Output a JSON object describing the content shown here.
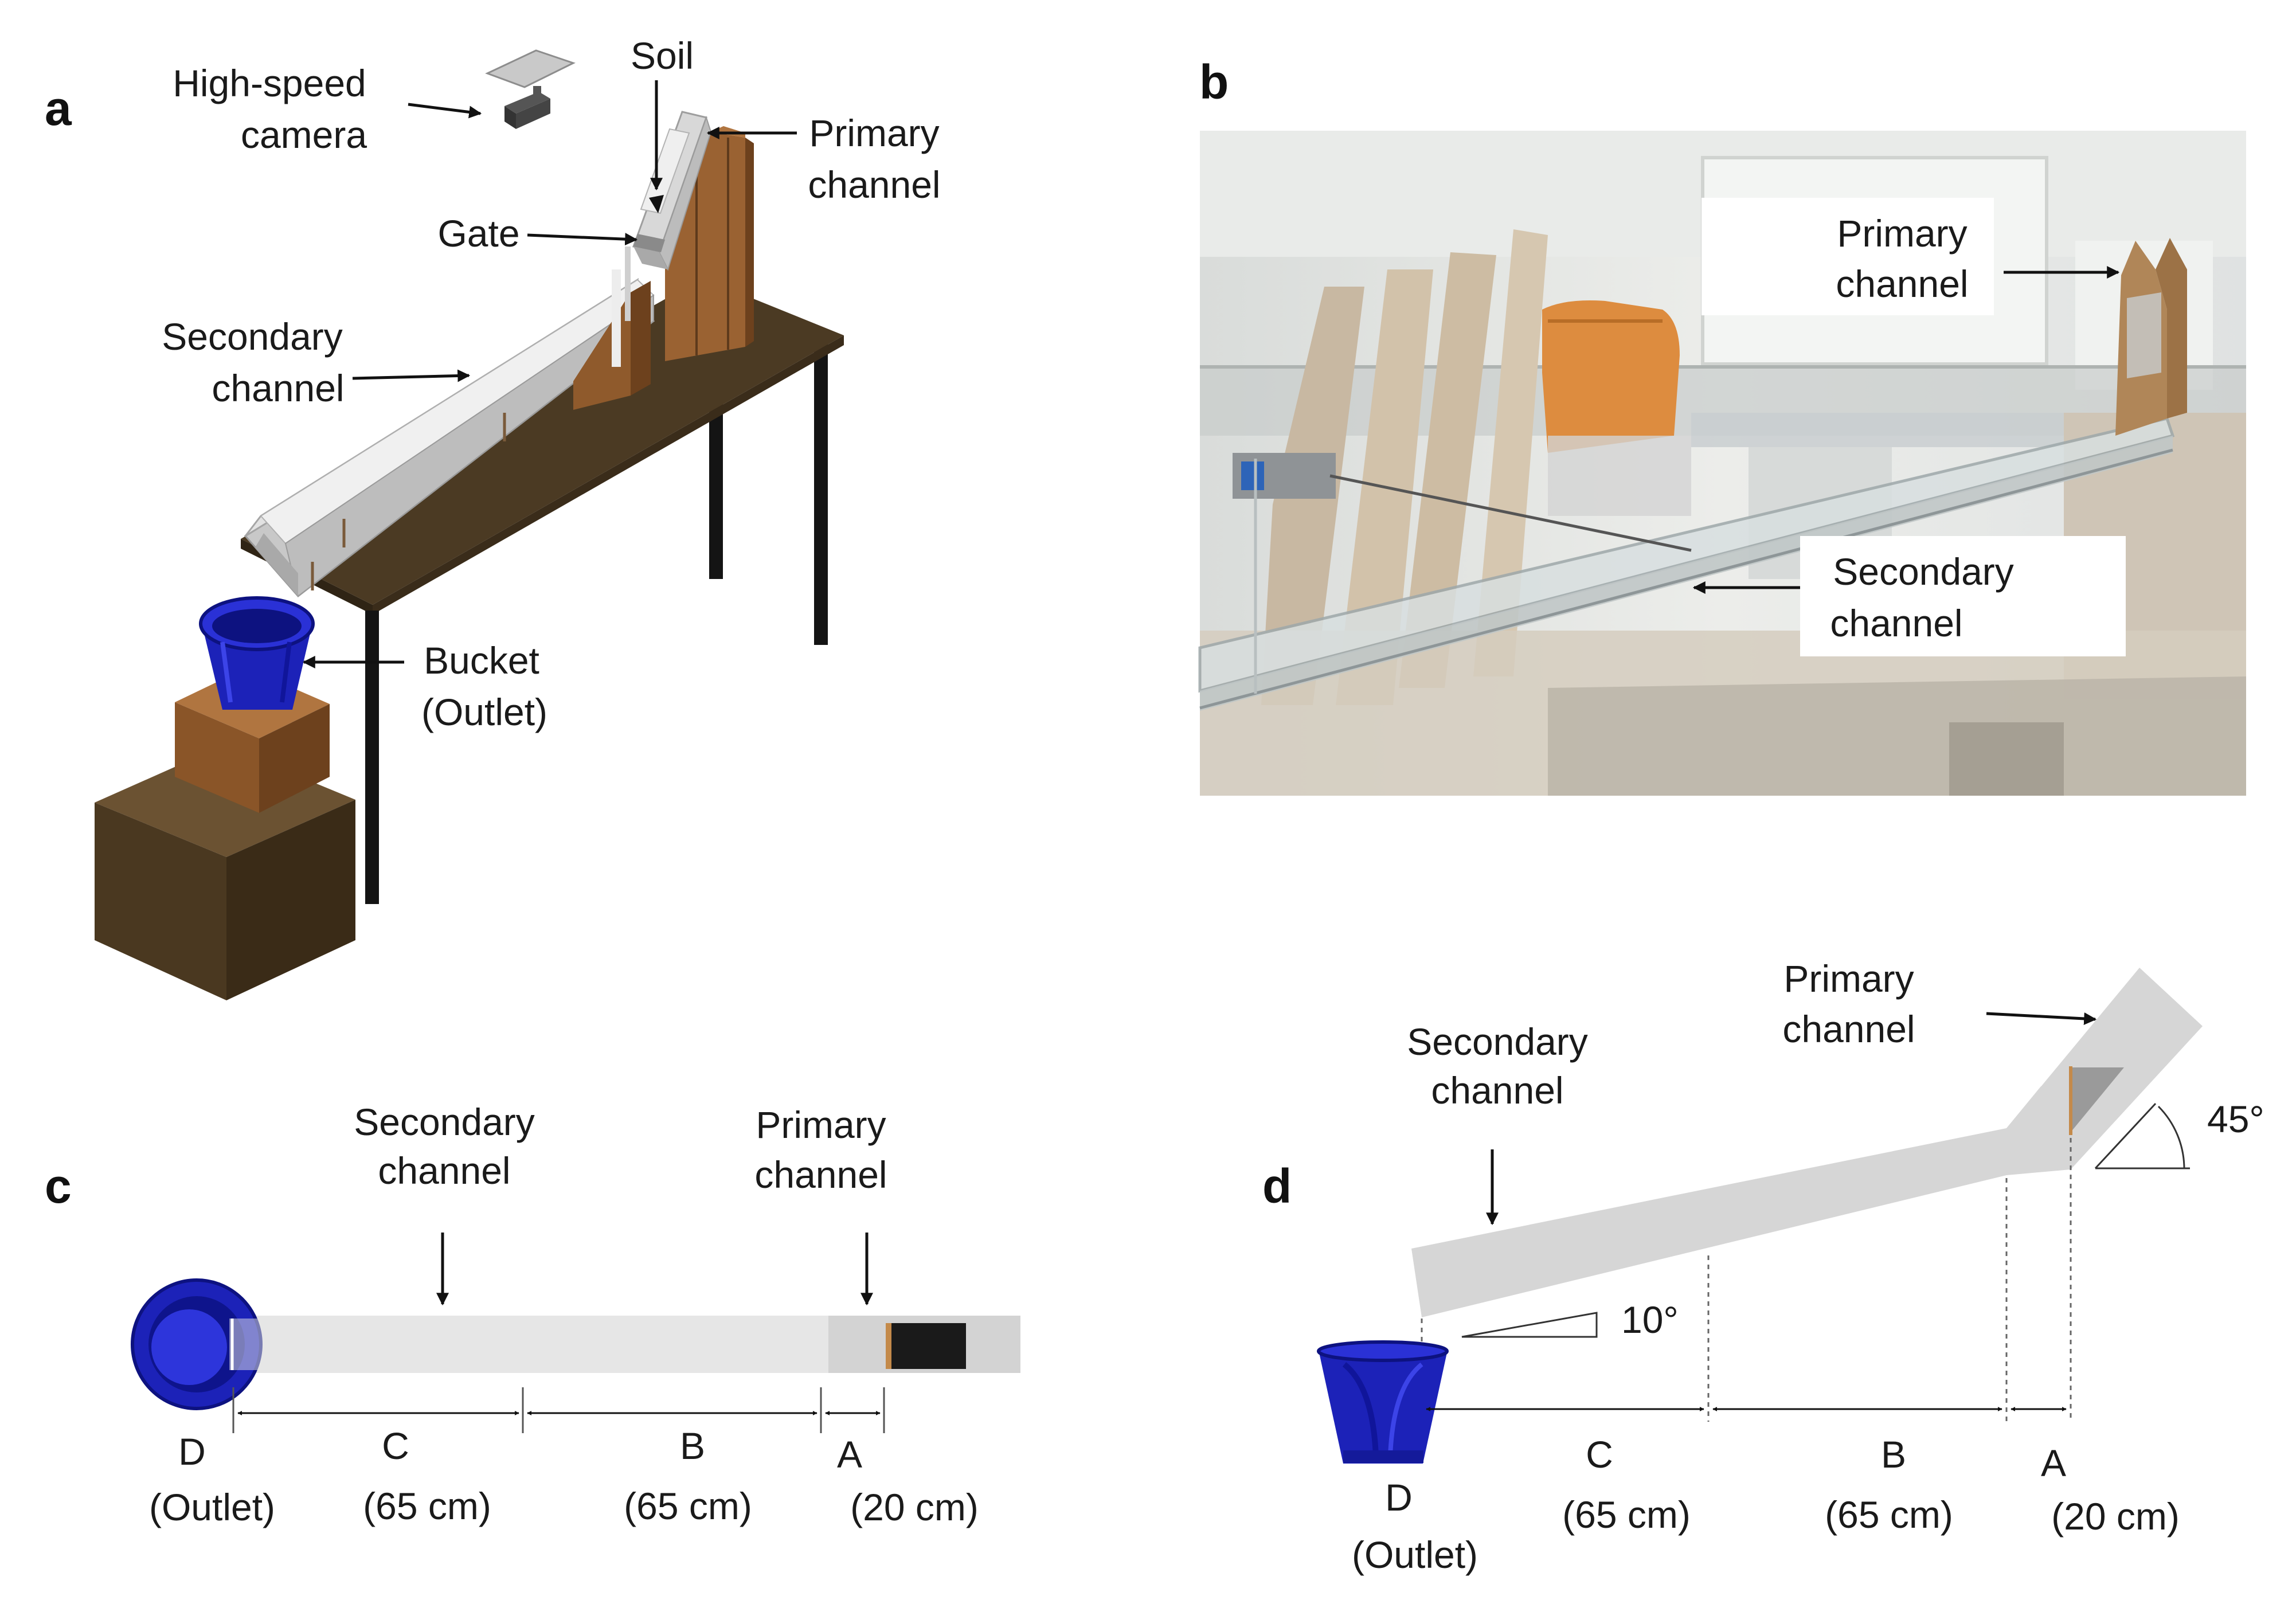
{
  "panels": {
    "a": {
      "letter": "a",
      "labels": {
        "camera": [
          "High-speed",
          "camera"
        ],
        "soil": "Soil",
        "primary": [
          "Primary",
          "channel"
        ],
        "gate": "Gate",
        "secondary": [
          "Secondary",
          "channel"
        ],
        "bucket": [
          "Bucket",
          "(Outlet)"
        ]
      }
    },
    "b": {
      "letter": "b",
      "labels": {
        "primary": [
          "Primary",
          "channel"
        ],
        "secondary": [
          "Secondary",
          "channel"
        ]
      }
    },
    "c": {
      "letter": "c",
      "labels": {
        "secondary": [
          "Secondary",
          "channel"
        ],
        "primary": [
          "Primary",
          "channel"
        ]
      },
      "segments": [
        {
          "name": "D",
          "sub": "(Outlet)"
        },
        {
          "name": "C",
          "sub": "(65 cm)"
        },
        {
          "name": "B",
          "sub": "(65 cm)"
        },
        {
          "name": "A",
          "sub": "(20 cm)"
        }
      ]
    },
    "d": {
      "letter": "d",
      "labels": {
        "primary": [
          "Primary",
          "channel"
        ],
        "secondary": [
          "Secondary",
          "channel"
        ],
        "angle_primary": "45°",
        "angle_secondary": "10°"
      },
      "segments": [
        {
          "name": "D",
          "sub": "(Outlet)"
        },
        {
          "name": "C",
          "sub": "(65 cm)"
        },
        {
          "name": "B",
          "sub": "(65 cm)"
        },
        {
          "name": "A",
          "sub": "(20 cm)"
        }
      ]
    }
  },
  "colors": {
    "bucket_blue": "#1c22b8",
    "bucket_dark": "#0d1280",
    "wood": "#8a5528",
    "wood_dark": "#5e3a1c",
    "box_dark": "#4a3820",
    "table_top": "#4b3a23",
    "channel_gray": "#d6d6d6",
    "channel_light": "#e6e6e6",
    "soil_black": "#1a1a1a",
    "gate_gray": "#9a9a9a"
  }
}
